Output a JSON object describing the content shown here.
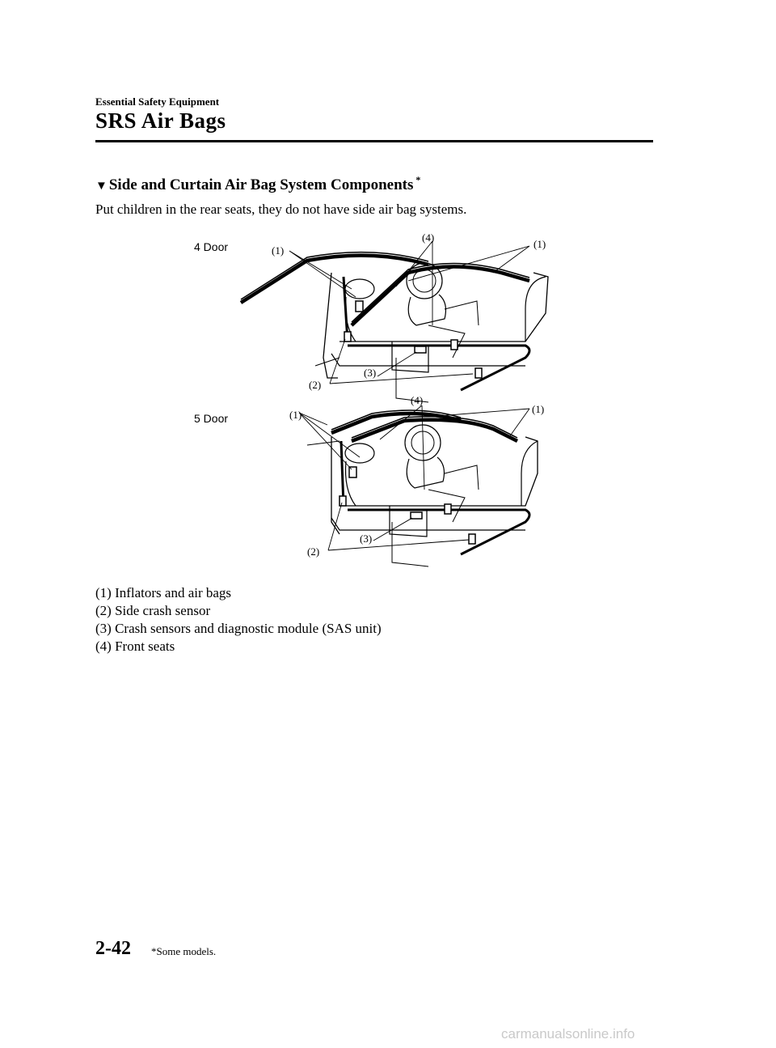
{
  "header": {
    "section": "Essential Safety Equipment",
    "title": "SRS Air Bags"
  },
  "subheading": {
    "marker": "▼",
    "text": "Side and Curtain Air Bag System Components",
    "note_mark": "*"
  },
  "intro": "Put children in the rear seats, they do not have side air bag systems.",
  "figure": {
    "door4": "4 Door",
    "door5": "5 Door",
    "callouts": {
      "c1": "(1)",
      "c2": "(2)",
      "c3": "(3)",
      "c4": "(4)"
    }
  },
  "legend": [
    "(1) Inflators and air bags",
    "(2) Side crash sensor",
    "(3) Crash sensors and diagnostic module (SAS unit)",
    "(4) Front seats"
  ],
  "footer": {
    "page_number": "2-42",
    "footnote_mark": "*",
    "footnote_text": "Some models."
  },
  "watermark": "carmanualsonline.info"
}
